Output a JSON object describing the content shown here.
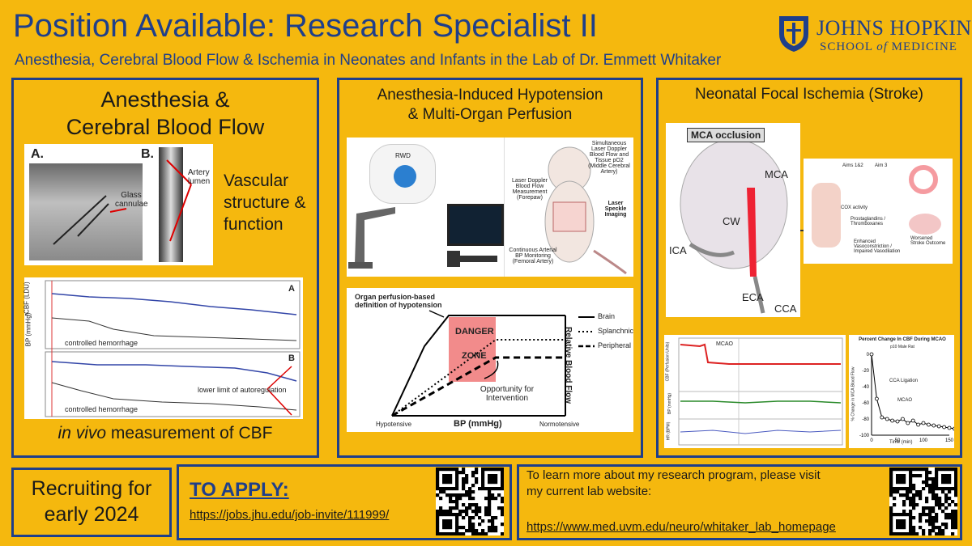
{
  "header": {
    "title": "Position Available: Research Specialist II",
    "subtitle": "Anesthesia, Cerebral Blood Flow & Ischemia in Neonates and Infants in the Lab of Dr. Emmett Whitaker",
    "logo_main": "JOHNS HOPKINS",
    "logo_sub_a": "SCHOOL ",
    "logo_sub_of": "of",
    "logo_sub_b": " MEDICINE"
  },
  "panel1": {
    "title_line1": "Anesthesia &",
    "title_line2": "Cerebral Blood Flow",
    "fig_a": "A.",
    "fig_b": "B.",
    "glass_cannulae": "Glass cannulae",
    "artery_lumen": "Artery lumen",
    "side_line1": "Vascular",
    "side_line2": "structure &",
    "side_line3": "function",
    "trace_a_label": "A",
    "trace_b_label": "B",
    "rcbf_label": "rCBF (LDU)",
    "bp_label": "BP (mmHg)",
    "hemorrhage_a": "controlled hemorrhage",
    "hemorrhage_b": "controlled hemorrhage",
    "autoreg": "lower limit of autoregulation",
    "caption_italic": "in vivo",
    "caption_rest": " measurement of CBF"
  },
  "panel2": {
    "title_line1": "Anesthesia-Induced Hypotension",
    "title_line2": "& Multi-Organ Perfusion",
    "device_label": "RWD",
    "laser_forepaw": "Laser Doppler Blood Flow Measurement (Forepaw)",
    "simultaneous": "Simultaneous Laser Doppler Blood Flow and Tissue pO2 (Middle Cerebral Artery)",
    "speckle": "Laser Speckle Imaging",
    "arterial": "Continuous Arterial BP Monitoring (Femoral Artery)",
    "organ_def": "Organ perfusion-based definition of hypotension",
    "danger": "DANGER",
    "zone": "ZONE",
    "opportunity": "Opportunity for Intervention",
    "legend_brain": "Brain",
    "legend_splanchnic": "Splanchnic",
    "legend_peripheral": "Peripheral",
    "y_axis": "Relative Blood Flow",
    "x_axis": "BP (mmHg)",
    "hypotensive": "Hypotensive",
    "normotensive": "Normotensive"
  },
  "panel3": {
    "title": "Neonatal Focal Ischemia (Stroke)",
    "mca_occlusion": "MCA occlusion",
    "mca": "MCA",
    "cw": "CW",
    "ica": "ICA",
    "eca": "ECA",
    "cca": "CCA",
    "aims_a": "Aims 1&2",
    "aims_b": "Aim 3",
    "cox": "COX activity",
    "prosta": "Prostaglandins / Thromboxanes",
    "enhanced": "Enhanced Vasoconstriction / Impaired Vasodilation",
    "worsened": "Worsened Stroke Outcome",
    "mcao_trace": "MCAO",
    "chart_title": "Percent Change In CBF During MCAO",
    "chart_sub": "p10 Male Rat",
    "cca_ligation": "CCA Ligation",
    "mcao_point": "MCAO",
    "chart_xlabel": "Time (min)",
    "chart_ylabel": "% Change in MCA Blood Flow",
    "cbf_axis": "CBF (Perfusion Units)",
    "bp_axis": "BP (mmHg)",
    "hr_axis": "HR (BPM)"
  },
  "footer": {
    "recruit_line1": "Recruiting for",
    "recruit_line2": "early 2024",
    "apply_title": "TO APPLY:",
    "apply_link": "https://jobs.jhu.edu/job-invite/111999/",
    "learn_line1": "To learn more about my research program, please visit",
    "learn_line2": "my current lab website:",
    "lab_link": "https://www.med.uvm.edu/neuro/whitaker_lab_homepage"
  },
  "chart_data": {
    "type": "line",
    "title": "Percent Change In CBF During MCAO",
    "subtitle": "p10 Male Rat",
    "xlabel": "Time (min)",
    "ylabel": "% Change in MCA Blood Flow",
    "xlim": [
      0,
      150
    ],
    "ylim": [
      -100,
      0
    ],
    "xticks": [
      0,
      50,
      100,
      150
    ],
    "yticks": [
      0,
      -20,
      -40,
      -60,
      -80,
      -100
    ],
    "x": [
      0,
      10,
      20,
      30,
      40,
      50,
      60,
      70,
      80,
      90,
      100,
      110,
      120,
      130,
      140,
      150,
      160
    ],
    "values": [
      0,
      -55,
      -78,
      -80,
      -82,
      -83,
      -80,
      -85,
      -82,
      -87,
      -85,
      -87,
      -88,
      -89,
      -90,
      -91,
      -92
    ],
    "annotations": [
      "CCA Ligation",
      "MCAO"
    ]
  }
}
